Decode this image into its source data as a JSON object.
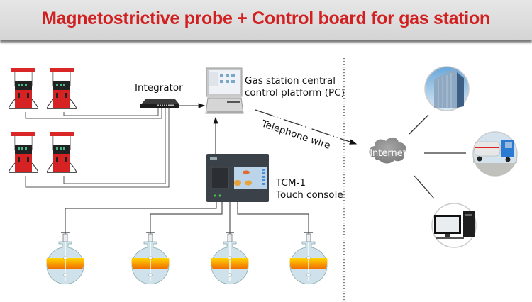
{
  "header": {
    "title": "Magnetostrictive probe + Control board for gas station",
    "title_color": "#d21f1f"
  },
  "nodes": {
    "integrator": {
      "label": "Integrator",
      "icon": "network-switch-icon"
    },
    "pc": {
      "label_line1": "Gas station central",
      "label_line2": "control platform (PC)",
      "icon": "desktop-pc-icon"
    },
    "console": {
      "label_line1": "TCM-1",
      "label_line2": "Touch console",
      "icon": "touch-console-icon"
    },
    "internet": {
      "label": "Internet",
      "icon": "cloud-icon"
    },
    "link": {
      "label": "Telephone wire"
    },
    "dispensers": [
      {
        "icon": "fuel-dispenser-icon"
      },
      {
        "icon": "fuel-dispenser-icon"
      },
      {
        "icon": "fuel-dispenser-icon"
      },
      {
        "icon": "fuel-dispenser-icon"
      }
    ],
    "tanks": [
      {
        "icon": "fuel-tank-icon"
      },
      {
        "icon": "fuel-tank-icon"
      },
      {
        "icon": "fuel-tank-icon"
      },
      {
        "icon": "fuel-tank-icon"
      }
    ],
    "remote": [
      {
        "icon": "office-building-icon"
      },
      {
        "icon": "tanker-truck-icon"
      },
      {
        "icon": "remote-computer-icon"
      }
    ]
  }
}
